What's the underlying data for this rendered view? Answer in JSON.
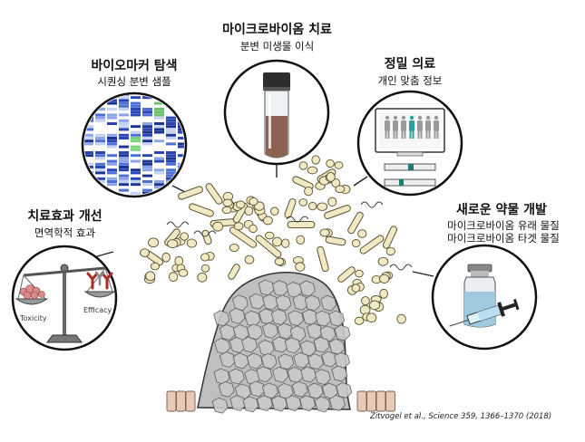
{
  "panels": {
    "microbiome": {
      "title": "마이크로바이옴 치료",
      "subtitle": "분변 미생물 이식",
      "icon": "test-tube-icon"
    },
    "biomarker": {
      "title": "바이오마커 탐색",
      "subtitle": "시퀀싱 분변 샘플",
      "icon": "sequencing-heatmap-icon"
    },
    "precision": {
      "title": "정밀 의료",
      "subtitle": "개인 맞춤 정보",
      "icon": "monitor-patients-icon"
    },
    "efficacy": {
      "title": "치료효과 개선",
      "subtitle": "면역학적 효과",
      "icon": "balance-scale-icon",
      "toxicity_label": "Toxicity",
      "efficacy_label": "Efficacy"
    },
    "drug": {
      "title": "새로운 약물 개발",
      "subtitle_1": "마이크로바이옴 유래 물질",
      "subtitle_2": "마이크로바이옴 타겟 물질",
      "icon": "vial-syringe-icon"
    }
  },
  "citation": "Zitvogel et al., Science 359, 1366–1370 (2018)",
  "colors": {
    "bacteria_fill": "#f1e8c4",
    "bacteria_stroke": "#5a5230",
    "tumor": "#bdbdbd",
    "stool": "#8c6252",
    "teal": "#2aa198",
    "heatmap_blue": "#3a59c4",
    "heatmap_green": "#6cc26c"
  }
}
